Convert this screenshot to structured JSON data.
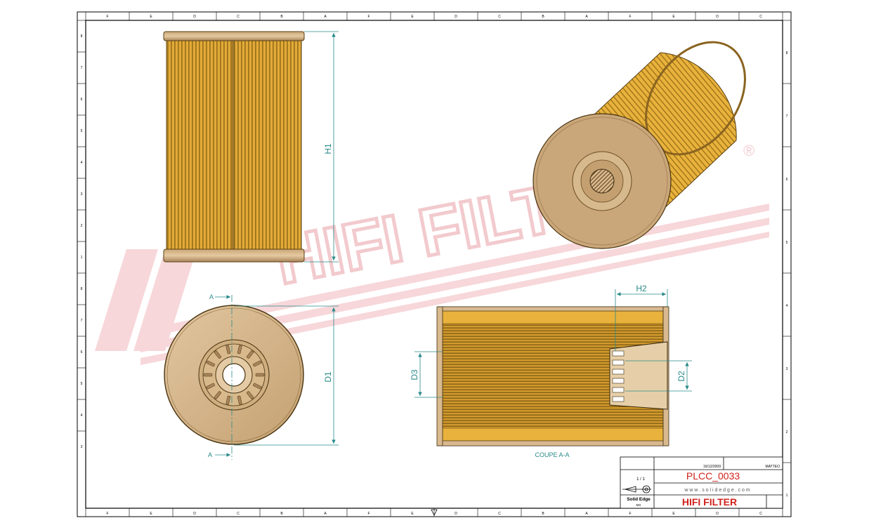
{
  "dimensions": {
    "h1": "H1",
    "d1": "D1",
    "h2": "H2",
    "d2": "D2",
    "d3": "D3"
  },
  "section": {
    "marker": "A",
    "caption": "COUPE A-A"
  },
  "watermark": {
    "text": "HIFI FILTER",
    "registered": "®"
  },
  "border": {
    "top_letters": [
      "F",
      "E",
      "D",
      "C",
      "B",
      "A",
      "F",
      "E",
      "D",
      "C",
      "B",
      "A",
      "F",
      "E",
      "D",
      "C"
    ],
    "bottom_letters": [
      "F",
      "E",
      "D",
      "C",
      "B",
      "A",
      "F",
      "E",
      "D",
      "C",
      "B",
      "A",
      "F",
      "E",
      "D",
      "C"
    ],
    "left_numbers": [
      "8",
      "7",
      "6",
      "5",
      "4",
      "3",
      "2",
      "1",
      "8",
      "7",
      "6",
      "5",
      "4",
      "3"
    ],
    "right_numbers": [
      "8",
      "7",
      "6",
      "5",
      "4",
      "3",
      "2",
      "1"
    ]
  },
  "title_block": {
    "date": "16/12/2009",
    "author": "MATTEO",
    "scale": "1 / 1",
    "part_number": "PLCC_0033",
    "website": "w w w . s o l i d e d g e . c o m",
    "software": "Solid Edge",
    "software_sub": "MS",
    "company": "HIFI FILTER"
  },
  "colors": {
    "filter_amber": "#e8b23c",
    "filter_dark": "#a77a1a",
    "cap_tan": "#d9b98f",
    "dimension_teal": "#2a8a8a",
    "watermark_pink": "#f4c9cc",
    "title_red": "#d0221c",
    "frame": "#000000"
  }
}
